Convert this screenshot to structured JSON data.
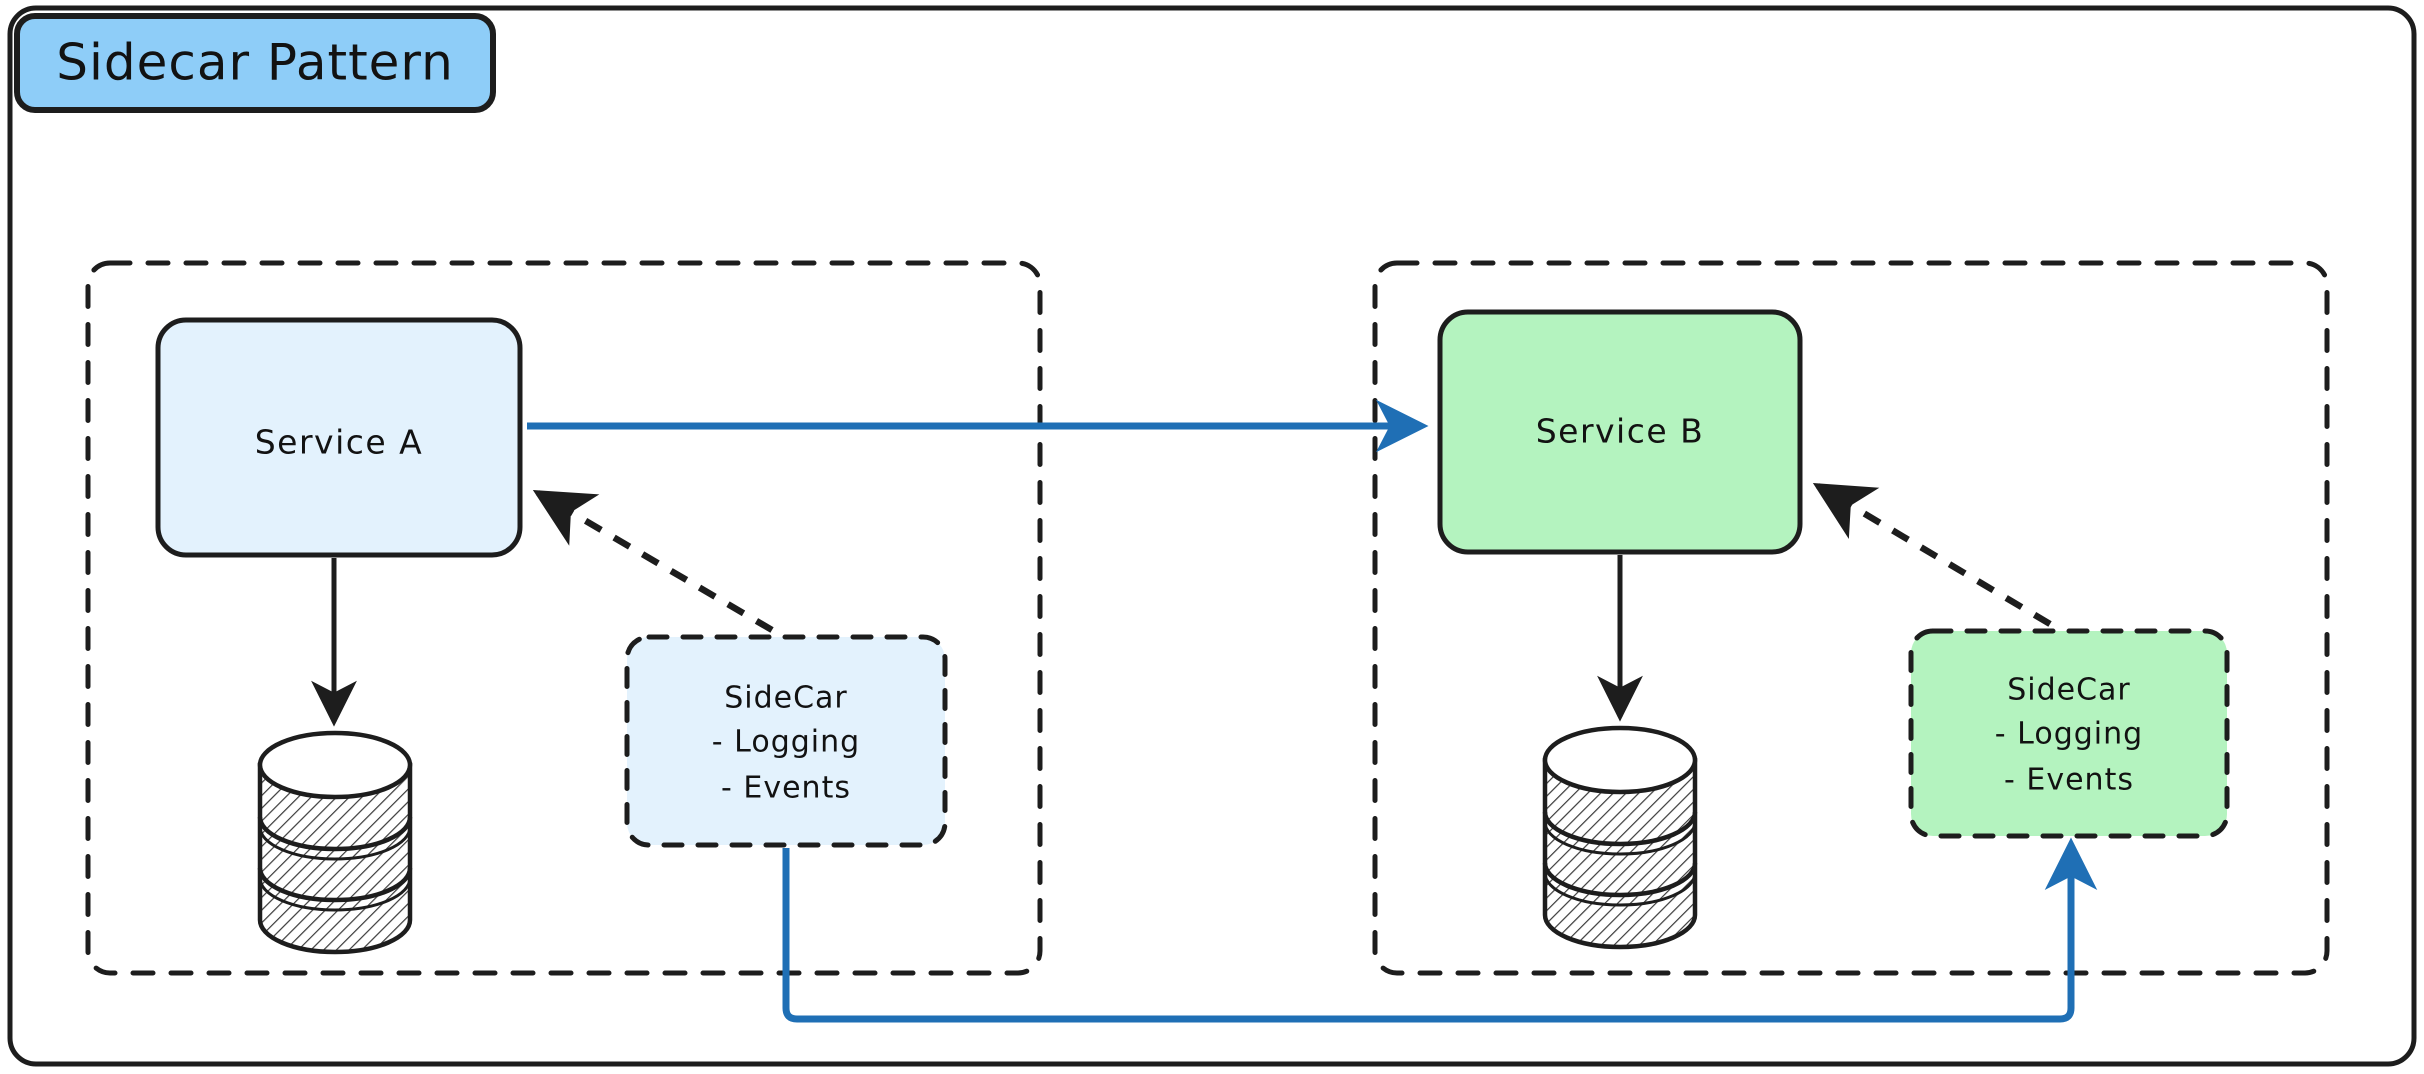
{
  "diagram": {
    "title": "Sidecar Pattern",
    "frame_border_color": "#1d1d1d",
    "background": "#ffffff",
    "title_badge": {
      "label": "Sidecar Pattern",
      "fill": "#8ecdf8",
      "stroke": "#1d1d1d"
    },
    "groups": [
      {
        "id": "group-a",
        "border_style": "dashed",
        "border_color": "#1d1d1d",
        "service": {
          "label": "Service A",
          "fill": "#e3f2fd",
          "stroke": "#1d1d1d"
        },
        "sidecar": {
          "title": "SideCar",
          "items": [
            "- Logging",
            "- Events"
          ],
          "fill": "#e3f2fd",
          "stroke": "#1d1d1d",
          "border_style": "dashed"
        },
        "database": {
          "name": "database-cylinder",
          "fill": "#ffffff",
          "stroke": "#1d1d1d",
          "hatch": true
        }
      },
      {
        "id": "group-b",
        "border_style": "dashed",
        "border_color": "#1d1d1d",
        "service": {
          "label": "Service B",
          "fill": "#b4f3bf",
          "stroke": "#1d1d1d"
        },
        "sidecar": {
          "title": "SideCar",
          "items": [
            "- Logging",
            "- Events"
          ],
          "fill": "#b4f3bf",
          "stroke": "#1d1d1d",
          "border_style": "dashed"
        },
        "database": {
          "name": "database-cylinder",
          "fill": "#ffffff",
          "stroke": "#1d1d1d",
          "hatch": true
        }
      }
    ],
    "connectors": [
      {
        "id": "service-a-to-service-b",
        "style": "solid",
        "color": "#1f6fb5",
        "arrow": "end"
      },
      {
        "id": "sidecar-a-to-service-a",
        "style": "dashed",
        "color": "#1d1d1d",
        "arrow": "end"
      },
      {
        "id": "sidecar-b-to-service-b",
        "style": "dashed",
        "color": "#1d1d1d",
        "arrow": "end"
      },
      {
        "id": "service-a-to-database-a",
        "style": "solid",
        "color": "#1d1d1d",
        "arrow": "end"
      },
      {
        "id": "service-b-to-database-b",
        "style": "solid",
        "color": "#1d1d1d",
        "arrow": "end"
      },
      {
        "id": "sidecar-a-to-sidecar-b",
        "style": "solid",
        "color": "#1f6fb5",
        "arrow": "end"
      }
    ]
  }
}
